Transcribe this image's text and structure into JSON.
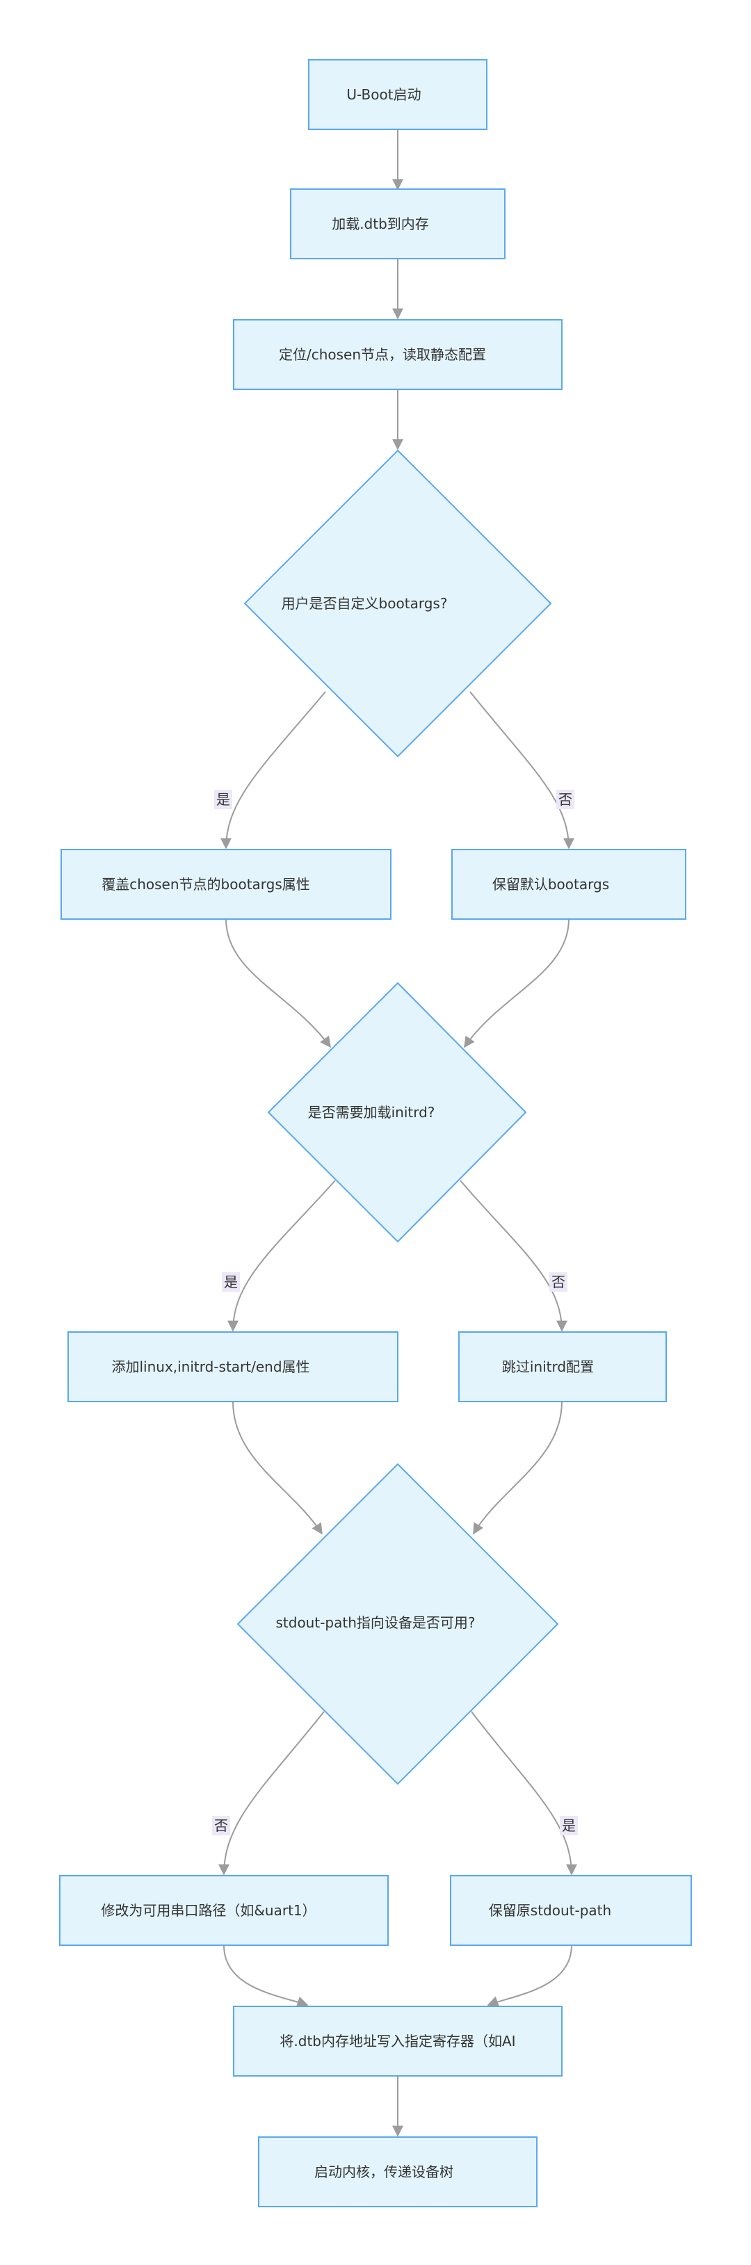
{
  "nodes": {
    "start": "U-Boot启动",
    "load": "加载.dtb到内存",
    "locate": "定位/chosen节点，读取静态配置",
    "q_bootargs": "用户是否自定义bootargs?",
    "override": "覆盖chosen节点的bootargs属性",
    "keep_default": "保留默认bootargs",
    "q_initrd": "是否需要加载initrd?",
    "add_initrd": "添加linux,initrd-start/end属性",
    "skip_initrd": "跳过initrd配置",
    "q_stdout": "stdout-path指向设备是否可用?",
    "change_uart": "修改为可用串口路径（如&uart1）",
    "keep_stdout": "保留原stdout-path",
    "write_reg": "将.dtb内存地址写入指定寄存器（如AI",
    "boot": "启动内核，传递设备树"
  },
  "edge_labels": {
    "bootargs_yes": "是",
    "bootargs_no": "否",
    "initrd_yes": "是",
    "initrd_no": "否",
    "stdout_no": "否",
    "stdout_yes": "是"
  }
}
